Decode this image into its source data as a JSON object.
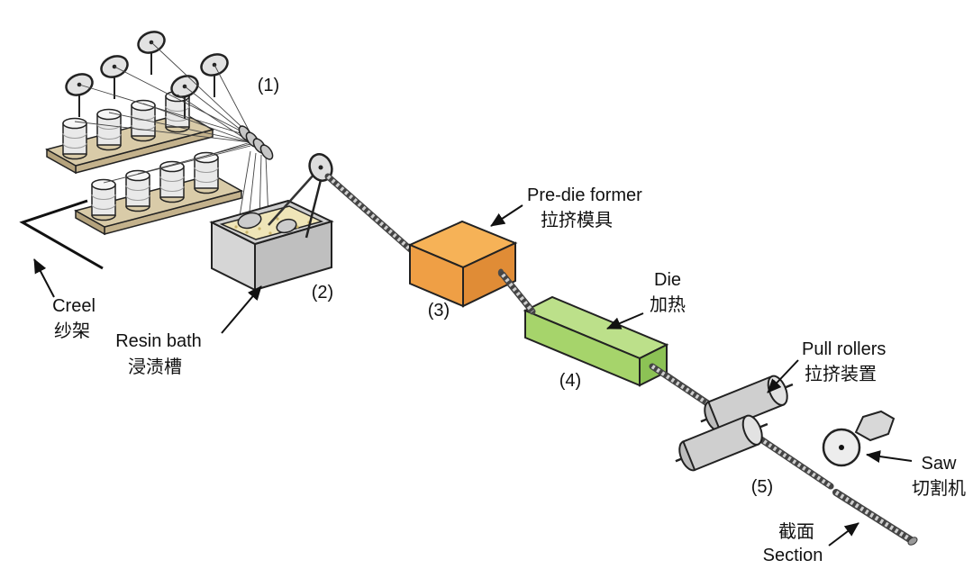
{
  "labels": {
    "creel_en": "Creel",
    "creel_zh": "纱架",
    "resin_bath_en": "Resin bath",
    "resin_bath_zh": "浸渍槽",
    "pre_die_former_en": "Pre-die former",
    "pre_die_former_zh": "拉挤模具",
    "die_en": "Die",
    "die_zh": "加热",
    "pull_rollers_en": "Pull rollers",
    "pull_rollers_zh": "拉挤装置",
    "saw_en": "Saw",
    "saw_zh": "切割机",
    "section_zh": "截面",
    "section_en": "Section"
  },
  "steps": {
    "n1": "(1)",
    "n2": "(2)",
    "n3": "(3)",
    "n4": "(4)",
    "n5": "(5)"
  },
  "colors": {
    "pre_die_former": "#ef9f45",
    "die": "#a6d46b",
    "machine_gray": "#cfcfcf",
    "resin": "#efe5b8",
    "board": "#d9cba8",
    "outline": "#1a1a1a"
  }
}
